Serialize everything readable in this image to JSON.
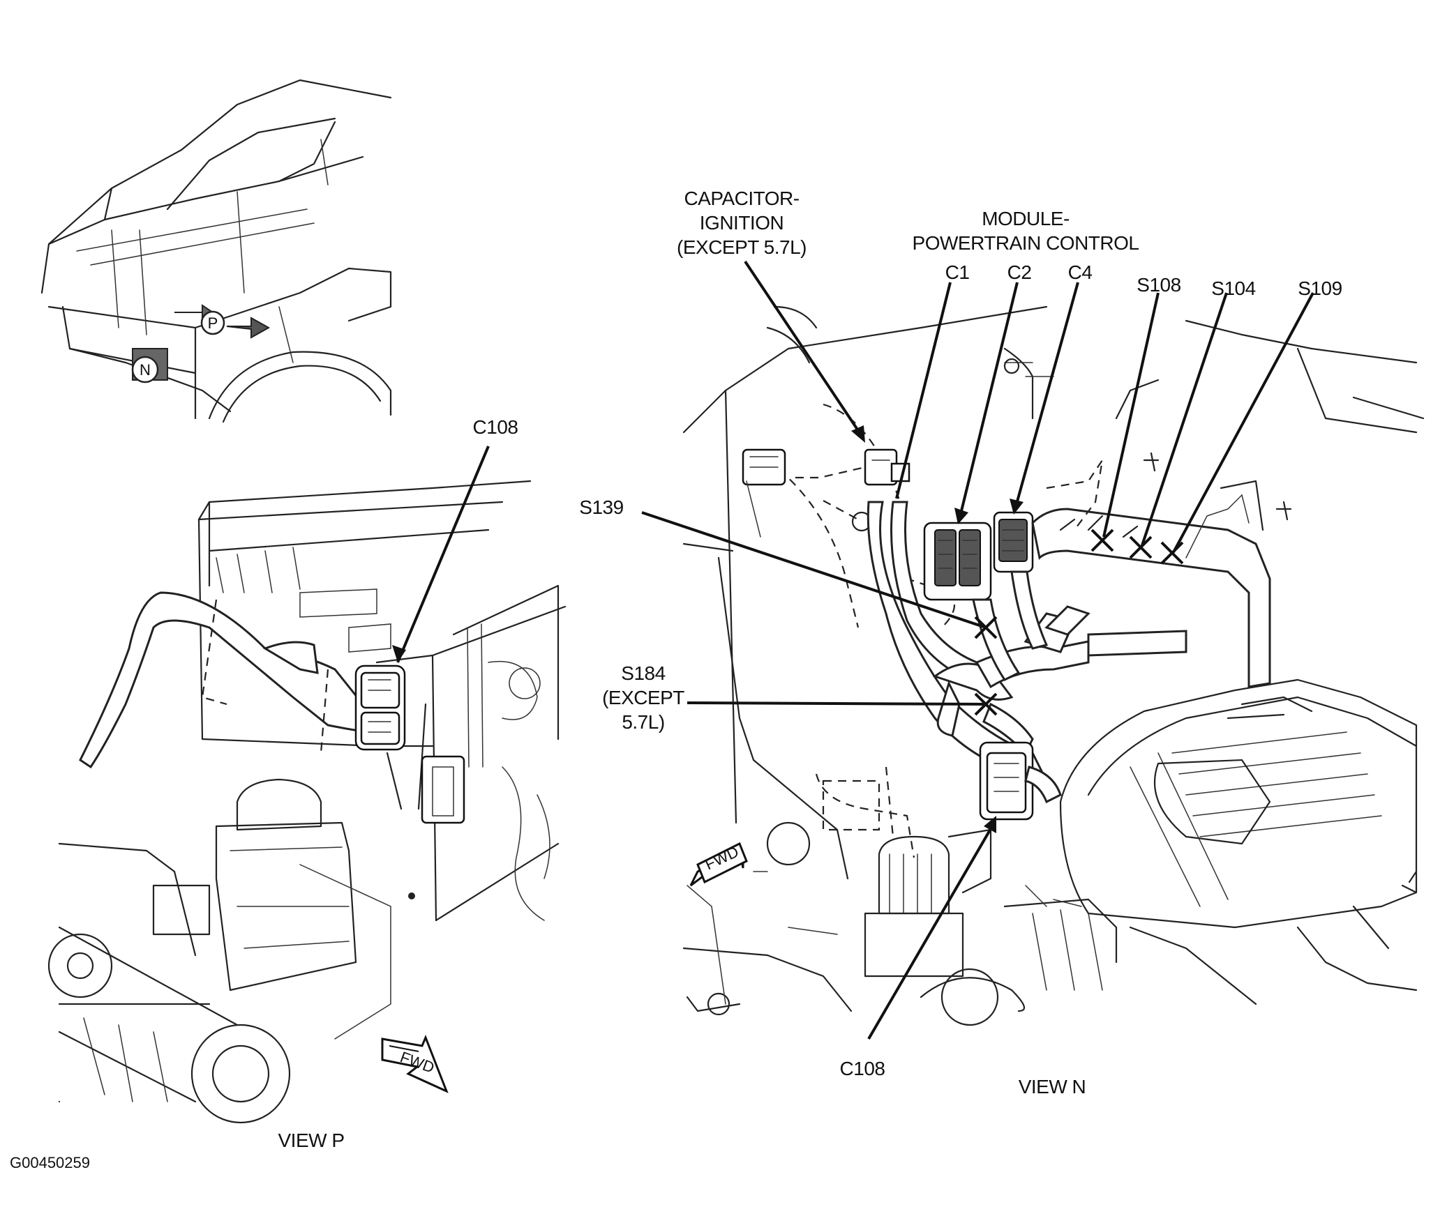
{
  "figure_id": "G00450259",
  "views": {
    "p": {
      "caption": "VIEW P",
      "callouts": {
        "c108": "C108"
      },
      "arrow_label": "FWD"
    },
    "n": {
      "caption": "VIEW N",
      "arrow_label": "FWD",
      "callouts": {
        "capacitor": [
          "CAPACITOR-",
          "IGNITION",
          "(EXCEPT 5.7L)"
        ],
        "module": [
          "MODULE-",
          "POWERTRAIN CONTROL"
        ],
        "c1": "C1",
        "c2": "C2",
        "c4": "C4",
        "s108": "S108",
        "s104": "S104",
        "s109": "S109",
        "s139": "S139",
        "s184": [
          "S184",
          "(EXCEPT",
          "5.7L)"
        ],
        "c108": "C108"
      }
    },
    "locator": {
      "marker_p": "P",
      "marker_n": "N"
    }
  }
}
